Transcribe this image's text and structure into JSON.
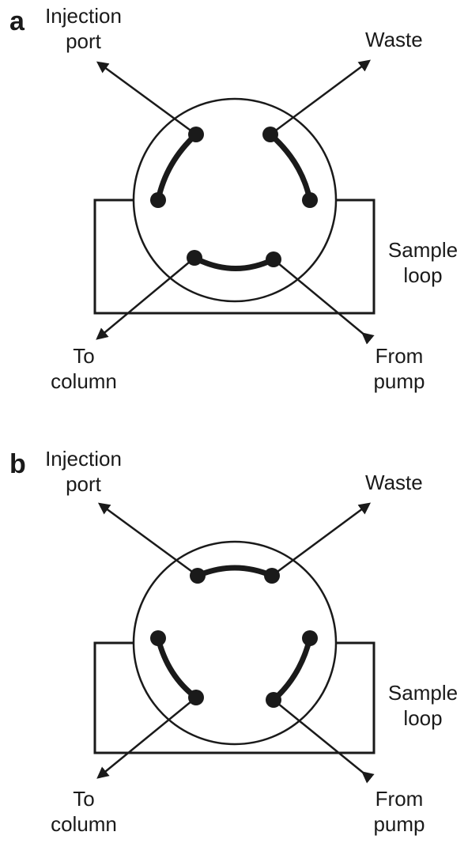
{
  "panels": [
    {
      "id": "a",
      "letter": "a",
      "injection_port": "Injection\nport",
      "waste": "Waste",
      "sample_loop": "Sample\nloop",
      "to_column": "To\ncolumn",
      "from_pump": "From\npump"
    },
    {
      "id": "b",
      "letter": "b",
      "injection_port": "Injection\nport",
      "waste": "Waste",
      "sample_loop": "Sample\nloop",
      "to_column": "To\ncolumn",
      "from_pump": "From\npump"
    }
  ],
  "colors": {
    "line": "#1a1a1a",
    "background": "#ffffff"
  }
}
